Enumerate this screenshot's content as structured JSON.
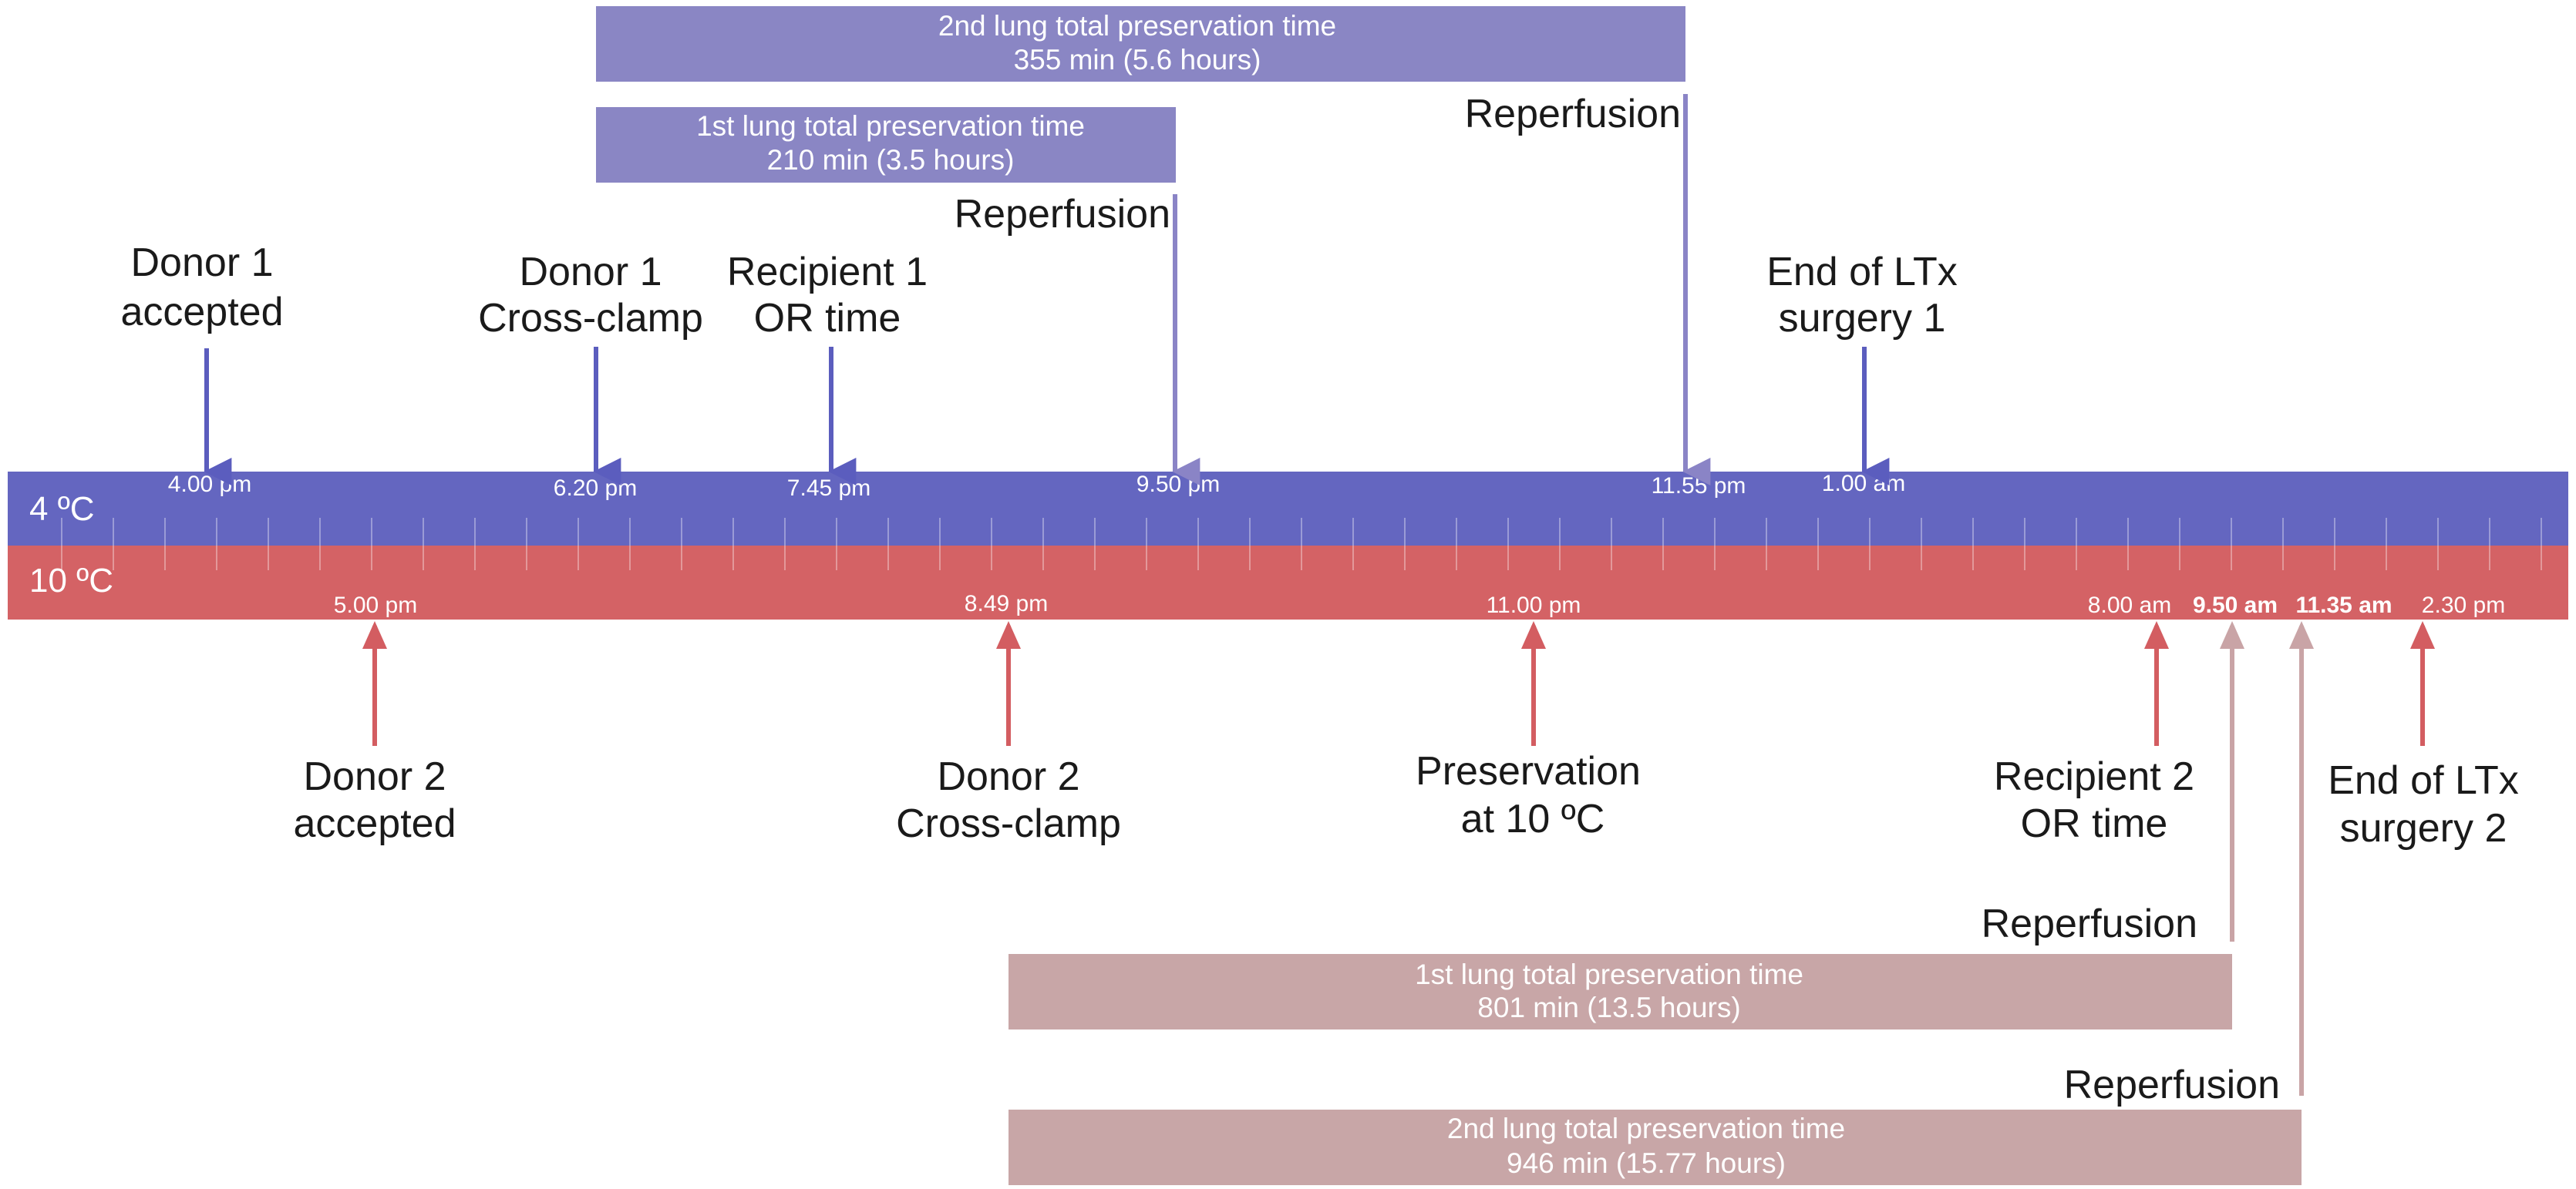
{
  "colors": {
    "band_4c": "#6466c0",
    "band_10c": "#d46265",
    "arrow_4c": "#5b5dbe",
    "arrow_reperf_4c": "#8a84c6",
    "bar_4c": "#8a86c4",
    "arrow_10c": "#d35d61",
    "arrow_reperf_10c": "#c9a4a6",
    "bar_10c": "#c8a6a7"
  },
  "rows": {
    "row_4c": "4 ºC",
    "row_10c": "10 ºC"
  },
  "times_4c": {
    "t1": "4.00 pm",
    "t2": "6.20 pm",
    "t3": "7.45 pm",
    "t4": "9.50 pm",
    "t5": "11.55 pm",
    "t6": "1.00 am"
  },
  "times_10c": {
    "t1": "5.00 pm",
    "t2": "8.49 pm",
    "t3": "11.00 pm",
    "t4": "8.00 am",
    "t5": "9.50 am",
    "t6": "11.35 am",
    "t7": "2.30 pm"
  },
  "events_4c": {
    "donor1_accepted": [
      "Donor 1",
      "accepted"
    ],
    "donor1_crossclamp": [
      "Donor 1",
      "Cross-clamp"
    ],
    "recipient1_or": [
      "Recipient 1",
      "OR time"
    ],
    "end_ltx1": [
      "End of LTx",
      "surgery 1"
    ],
    "reperfusion_a": "Reperfusion",
    "reperfusion_b": "Reperfusion"
  },
  "events_10c": {
    "donor2_accepted": [
      "Donor 2",
      "accepted"
    ],
    "donor2_crossclamp": [
      "Donor 2",
      "Cross-clamp"
    ],
    "preservation": [
      "Preservation",
      "at 10 ºC"
    ],
    "recipient2_or": [
      "Recipient 2",
      "OR time"
    ],
    "end_ltx2": [
      "End of LTx",
      "surgery 2"
    ],
    "reperfusion_a": "Reperfusion",
    "reperfusion_b": "Reperfusion"
  },
  "bars_4c": {
    "second": [
      "2nd lung total preservation time",
      "355 min (5.6 hours)"
    ],
    "first": [
      "1st lung total preservation time",
      "210 min (3.5 hours)"
    ]
  },
  "bars_10c": {
    "first": [
      "1st lung total preservation time",
      "801 min (13.5 hours)"
    ],
    "second": [
      "2nd lung total preservation time",
      "946 min (15.77 hours)"
    ]
  }
}
